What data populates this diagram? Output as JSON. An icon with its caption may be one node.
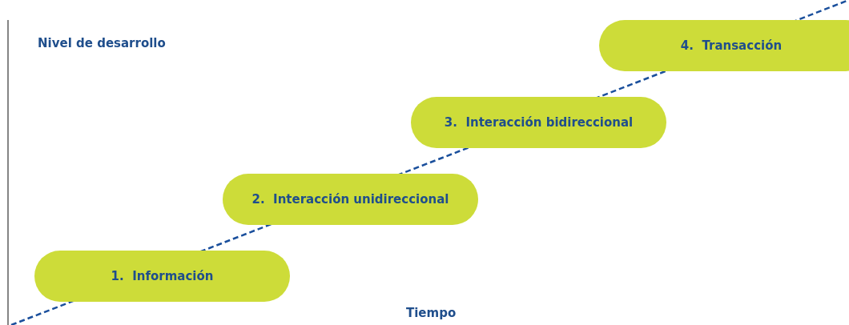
{
  "diagram": {
    "nodes": [
      {
        "text": [
          "1.  Información"
        ]
      },
      {
        "text": [
          "2.  Interacción unidireccional"
        ]
      },
      {
        "text": [
          "3.  Interacción bidireccional"
        ]
      },
      {
        "text": [
          "4.  Transacción"
        ]
      }
    ],
    "labels": [
      "Nivel de desarrollo",
      "Tiempo"
    ]
  }
}
